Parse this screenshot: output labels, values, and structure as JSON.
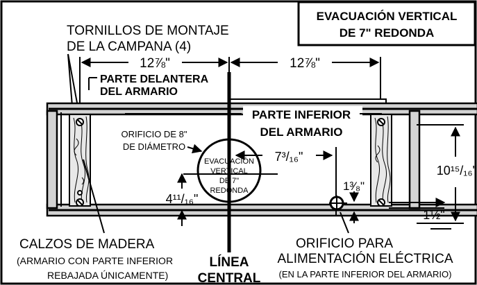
{
  "title_box": {
    "line1": "EVACUACIÓN VERTICAL",
    "line2": "DE 7\" REDONDA"
  },
  "labels": {
    "screws_line1": "TORNILLOS DE MONTAJE",
    "screws_line2": "DE LA CAMPANA (4)",
    "front_line1": "PARTE DELANTERA",
    "front_line2": "DEL ARMARIO",
    "bottom_line1": "PARTE INFERIOR",
    "bottom_line2": "DEL ARMARIO",
    "hole8_line1": "ORIFICIO DE 8\"",
    "hole8_line2": "DE DIÁMETRO",
    "vent_line1": "EVACUACIÓN",
    "vent_line2": "VERTICAL",
    "vent_line3": "DE 7\"",
    "vent_line4": "REDONDA",
    "wood_line1": "CALZOS DE MADERA",
    "wood_line2": "(ARMARIO CON PARTE INFERIOR",
    "wood_line3": "REBAJADA ÚNICAMENTE)",
    "center_line1": "LÍNEA",
    "center_line2": "CENTRAL",
    "power_line1": "ORIFICIO PARA",
    "power_line2": "ALIMENTACIÓN ELÉCTRICA",
    "power_line3": "(EN LA PARTE INFERIOR DEL ARMARIO)"
  },
  "dimensions": {
    "left_width": "12⅞\"",
    "right_width": "12⅞\"",
    "offset_horizontal": "7³/₁₆\"",
    "offset_vertical": "4¹¹/₁₆\"",
    "power_height": "1³⁄₈\"",
    "depth": "10¹⁵/₁₆\"",
    "edge": "1½\""
  }
}
